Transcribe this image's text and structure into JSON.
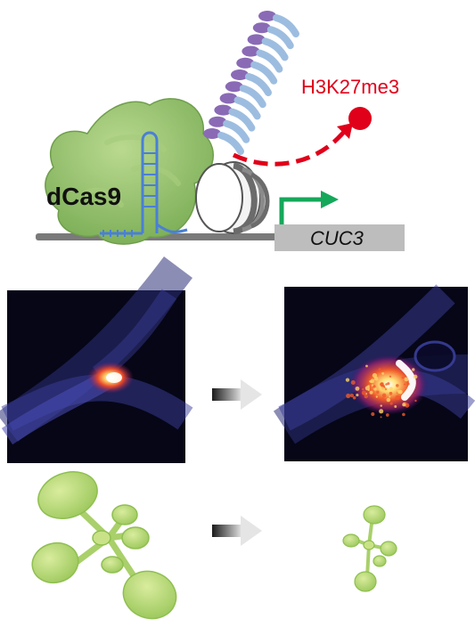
{
  "labels": {
    "protein": "dCas9",
    "histone_mark": "H3K27me3",
    "gene": "CUC3"
  },
  "panels": {
    "before_fluorescence": "lateral-root-primordium-fluorescence-before",
    "after_fluorescence": "lateral-root-primordium-fluorescence-after",
    "before_plant": "rosette-large",
    "after_plant": "rosette-small"
  },
  "colors": {
    "dcas9": "#8fbf6a",
    "guide_rna": "#4a7fd6",
    "mark": "#e0001a",
    "promoter_arrow": "#14a85a",
    "histone_tail_purple": "#8a6ab5",
    "histone_tail_blue": "#9dbde0",
    "dna": "#7a7a7a",
    "gene_box": "#bdbdbd",
    "plant": "#b5d77a",
    "fluorescence_bg": "#060617"
  },
  "icons": [
    "transition-arrow-icon",
    "transition-arrow-icon"
  ]
}
